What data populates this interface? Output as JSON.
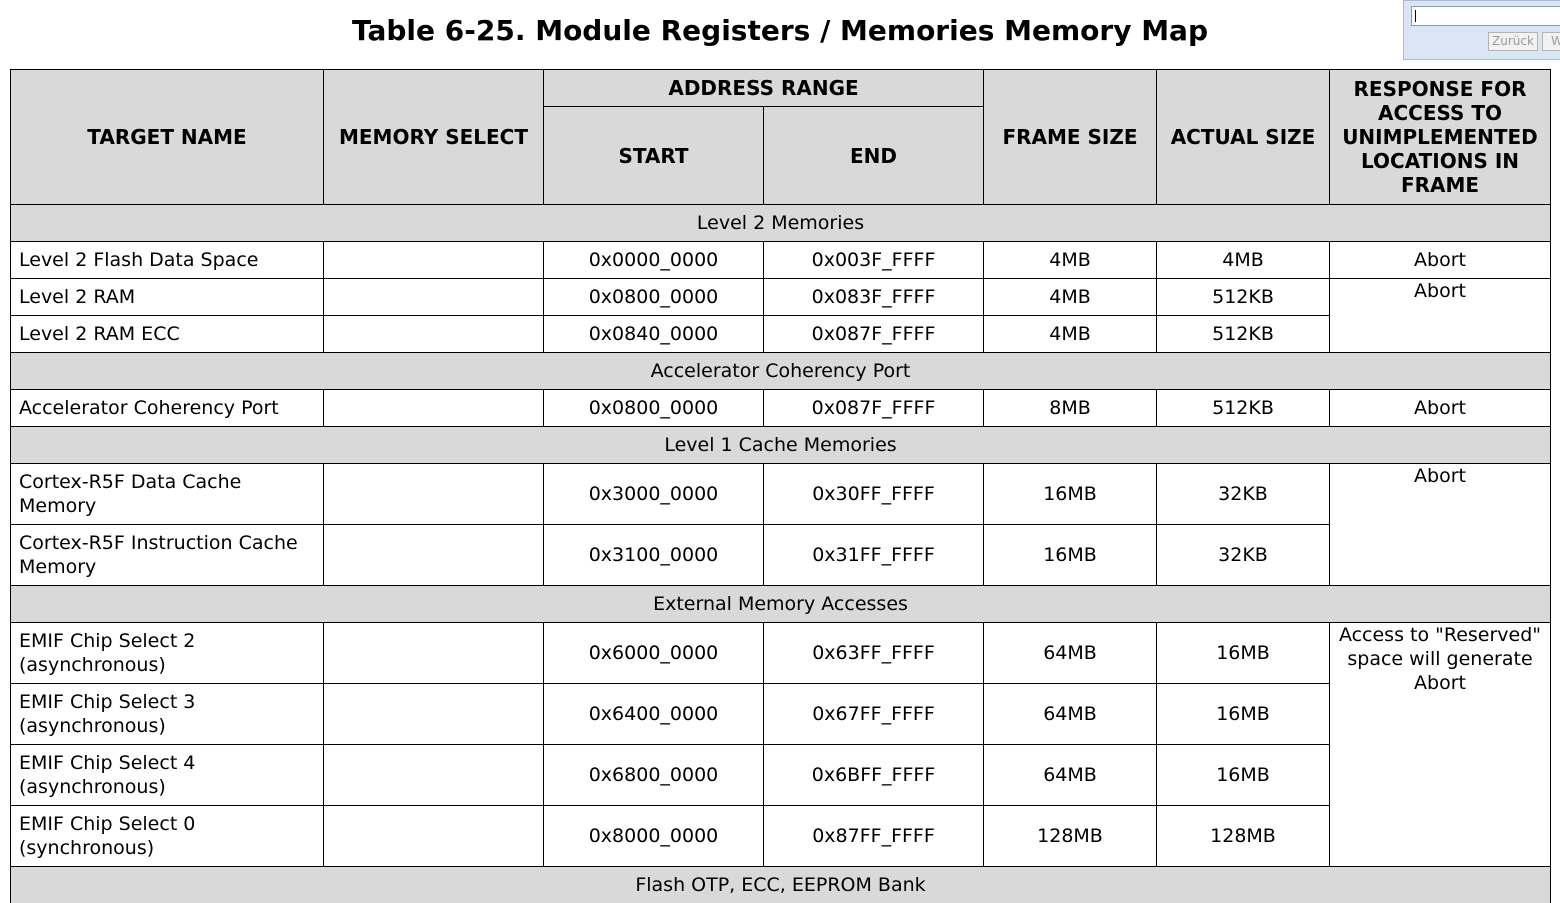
{
  "page_title": "Table 6-25. Module Registers / Memories Memory Map",
  "find_widget": {
    "input_value": "",
    "back_label": "Zurück",
    "next_label": "W"
  },
  "headers": {
    "target_name": "TARGET NAME",
    "memory_select": "MEMORY SELECT",
    "address_range": "ADDRESS RANGE",
    "start": "START",
    "end": "END",
    "frame_size": "FRAME SIZE",
    "actual_size": "ACTUAL SIZE",
    "response": "RESPONSE FOR ACCESS TO UNIMPLEMENTED LOCATIONS IN FRAME"
  },
  "sections": [
    {
      "title": "Level 2 Memories",
      "rows": [
        {
          "name": "Level 2 Flash Data Space",
          "memory_select": "",
          "start": "0x0000_0000",
          "end": "0x003F_FFFF",
          "frame_size": "4MB",
          "actual_size": "4MB"
        },
        {
          "name": "Level 2 RAM",
          "memory_select": "",
          "start": "0x0800_0000",
          "end": "0x083F_FFFF",
          "frame_size": "4MB",
          "actual_size": "512KB"
        },
        {
          "name": "Level 2 RAM ECC",
          "memory_select": "",
          "start": "0x0840_0000",
          "end": "0x087F_FFFF",
          "frame_size": "4MB",
          "actual_size": "512KB"
        }
      ],
      "responses": [
        "Abort",
        "Abort"
      ]
    },
    {
      "title": "Accelerator Coherency Port",
      "rows": [
        {
          "name": "Accelerator Coherency Port",
          "memory_select": "",
          "start": "0x0800_0000",
          "end": "0x087F_FFFF",
          "frame_size": "8MB",
          "actual_size": "512KB"
        }
      ],
      "responses": [
        "Abort"
      ]
    },
    {
      "title": "Level 1 Cache Memories",
      "rows": [
        {
          "name": "Cortex-R5F Data Cache Memory",
          "memory_select": "",
          "start": "0x3000_0000",
          "end": "0x30FF_FFFF",
          "frame_size": "16MB",
          "actual_size": "32KB"
        },
        {
          "name": "Cortex-R5F Instruction Cache Memory",
          "memory_select": "",
          "start": "0x3100_0000",
          "end": "0x31FF_FFFF",
          "frame_size": "16MB",
          "actual_size": "32KB"
        }
      ],
      "responses": [
        "Abort"
      ]
    },
    {
      "title": "External Memory Accesses",
      "rows": [
        {
          "name": "EMIF Chip Select 2 (asynchronous)",
          "memory_select": "",
          "start": "0x6000_0000",
          "end": "0x63FF_FFFF",
          "frame_size": "64MB",
          "actual_size": "16MB"
        },
        {
          "name": "EMIF Chip Select 3 (asynchronous)",
          "memory_select": "",
          "start": "0x6400_0000",
          "end": "0x67FF_FFFF",
          "frame_size": "64MB",
          "actual_size": "16MB"
        },
        {
          "name": "EMIF Chip Select 4 (asynchronous)",
          "memory_select": "",
          "start": "0x6800_0000",
          "end": "0x6BFF_FFFF",
          "frame_size": "64MB",
          "actual_size": "16MB"
        },
        {
          "name": "EMIF Chip Select 0 (synchronous)",
          "memory_select": "",
          "start": "0x8000_0000",
          "end": "0x87FF_FFFF",
          "frame_size": "128MB",
          "actual_size": "128MB"
        }
      ],
      "responses": [
        "Access to \"Reserved\" space will generate Abort"
      ]
    }
  ],
  "cut_off_section": "Flash OTP, ECC, EEPROM Bank"
}
